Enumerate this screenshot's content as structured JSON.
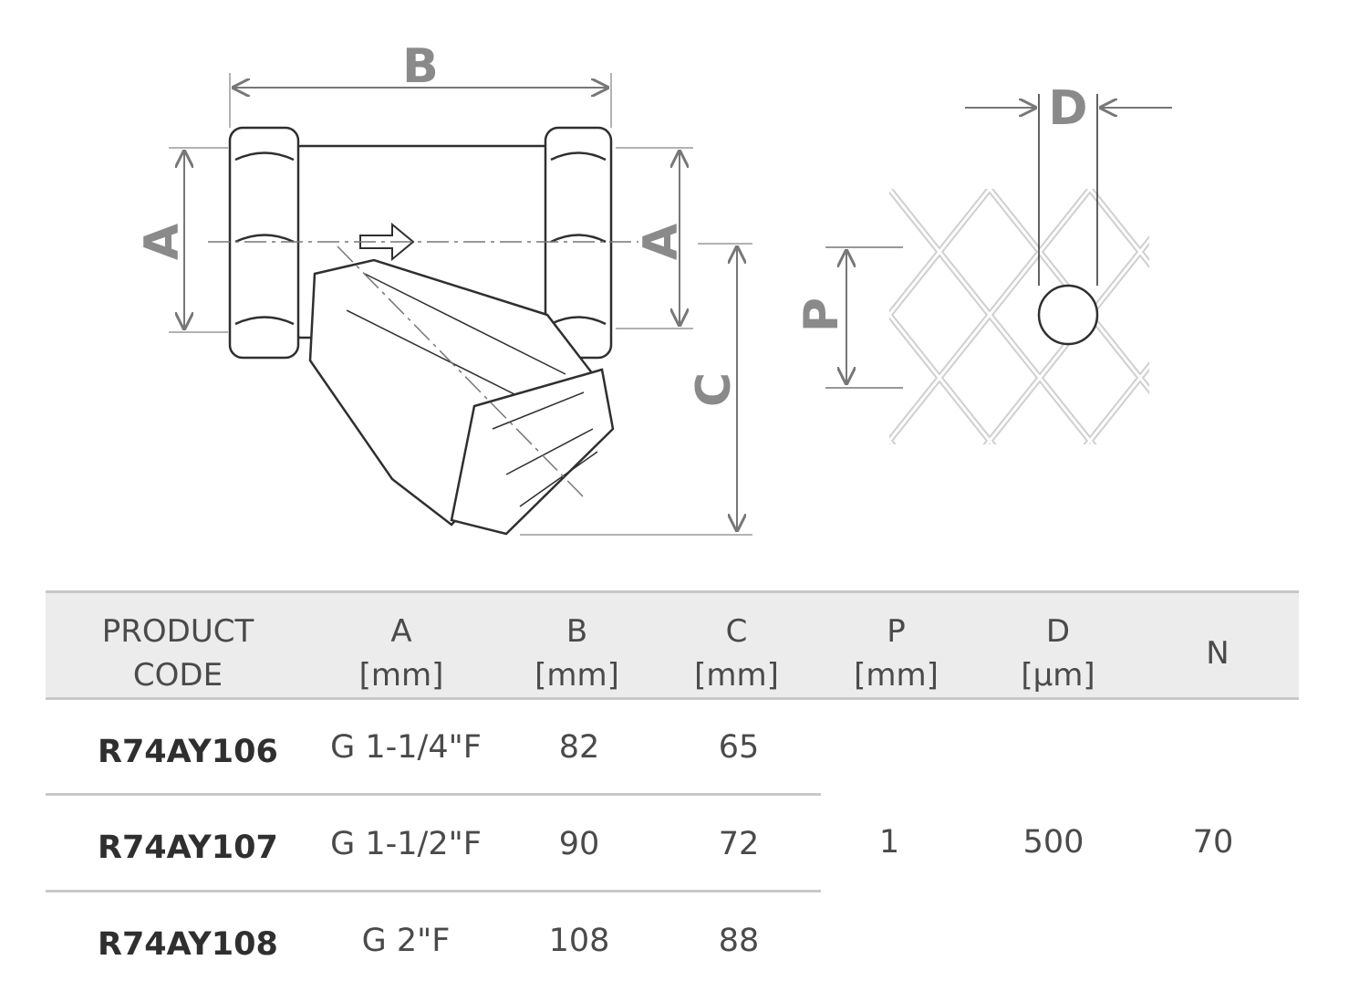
{
  "drawing": {
    "labels": {
      "A_left": "A",
      "B": "B",
      "A_right": "A",
      "C": "C",
      "D": "D",
      "P": "P"
    }
  },
  "table": {
    "headers": [
      {
        "line1": "PRODUCT",
        "line2": "CODE"
      },
      {
        "line1": "A",
        "line2": "[mm]"
      },
      {
        "line1": "B",
        "line2": "[mm]"
      },
      {
        "line1": "C",
        "line2": "[mm]"
      },
      {
        "line1": "P",
        "line2": "[mm]"
      },
      {
        "line1": "D",
        "line2": "[µm]"
      },
      {
        "line1": "N",
        "line2": ""
      }
    ],
    "rows": [
      {
        "code": "R74AY106",
        "a": "G 1-1/4\"F",
        "b": "82",
        "c": "65"
      },
      {
        "code": "R74AY107",
        "a": "G 1-1/2\"F",
        "b": "90",
        "c": "72"
      },
      {
        "code": "R74AY108",
        "a": "G 2\"F",
        "b": "108",
        "c": "88"
      }
    ],
    "shared": {
      "p": "1",
      "d": "500",
      "n": "70"
    }
  }
}
